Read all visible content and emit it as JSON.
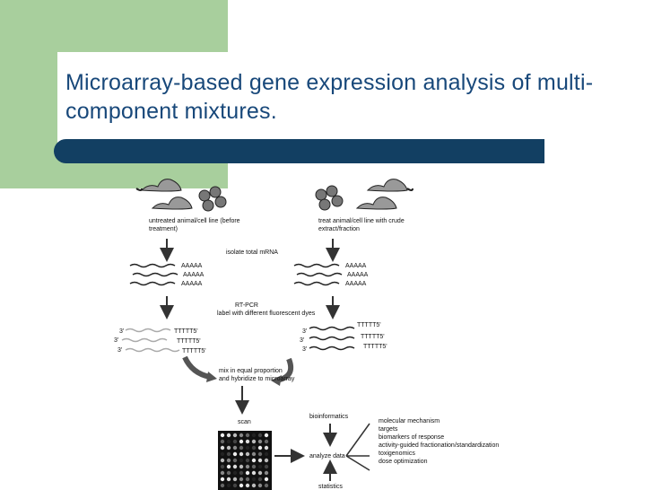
{
  "slide": {
    "title": "Microarray-based gene expression analysis of multi-component mixtures.",
    "accent_color": "#a8cf9d",
    "title_color": "#18487a",
    "bar_color": "#123f62"
  },
  "diagram": {
    "left_caption_1": "untreated animal/cell line (before",
    "left_caption_2": "treatment)",
    "right_caption_1": "treat animal/cell line with crude",
    "right_caption_2": "extract/fraction",
    "isolate_label": "isolate total mRNA",
    "poly_a": "AAAAA",
    "rt_pcr": "RT-PCR",
    "label_dye": "label with different fluorescent dyes",
    "three_prime": "3'",
    "tttt_5": "TTTTT5'",
    "mix_1": "mix in equal proportion",
    "mix_2": "and hybridize to microarray",
    "scan": "scan",
    "bioinformatics": "bioinformatics",
    "analyze_data": "analyze data",
    "statistics": "statistics",
    "outcomes": [
      "molecular mechanism",
      "targets",
      "biomarkers of response",
      "activity-guided fractionation/standardization",
      "toxigenomics",
      "dose optimization"
    ]
  }
}
